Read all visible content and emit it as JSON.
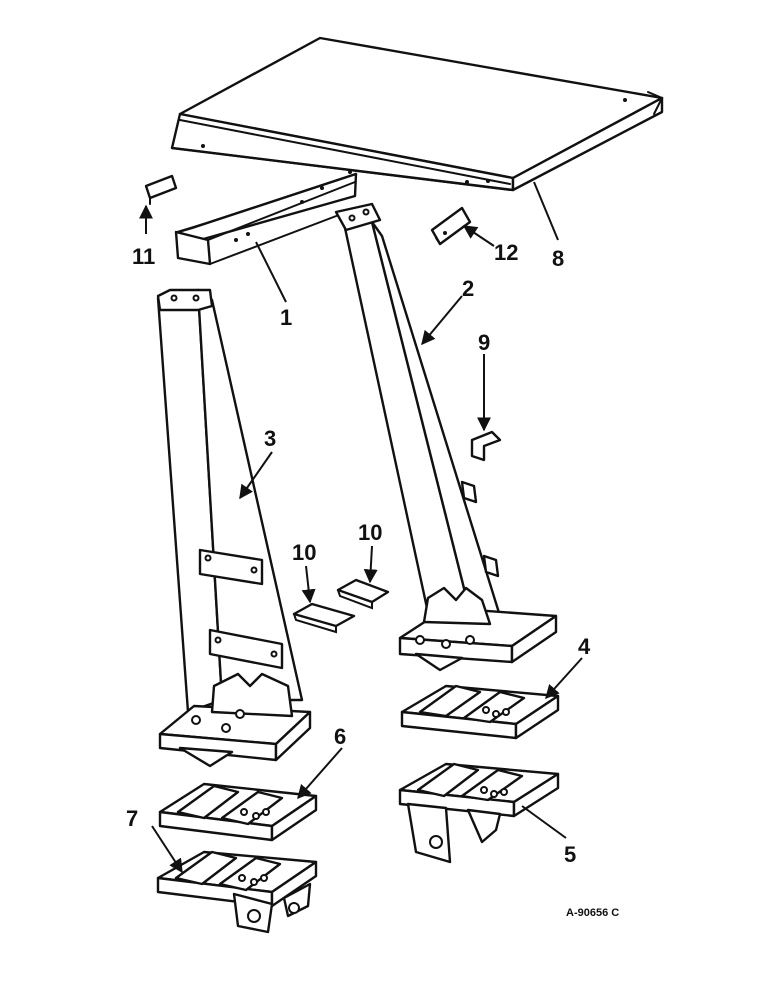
{
  "diagram": {
    "figure_id": "A-90656 C",
    "callouts": [
      "1",
      "2",
      "3",
      "4",
      "5",
      "6",
      "7",
      "8",
      "9",
      "10",
      "10",
      "11",
      "12"
    ]
  },
  "colors": {
    "ink": "#111111",
    "paper": "#ffffff"
  }
}
